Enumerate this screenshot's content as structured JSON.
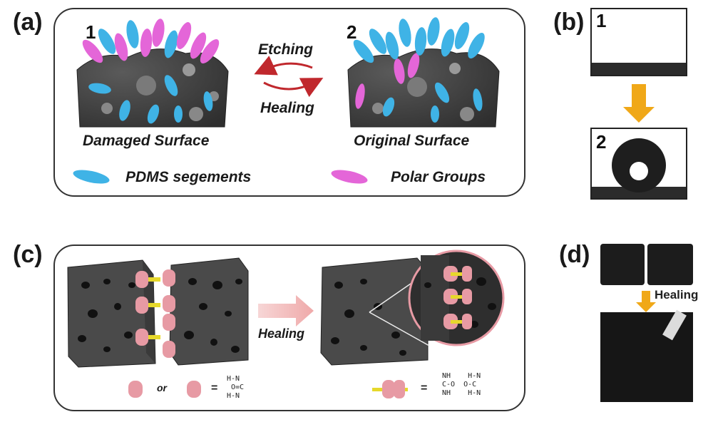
{
  "panels": {
    "a": {
      "label": "(a)",
      "left_num": "1",
      "right_num": "2",
      "arrow_top": "Etching",
      "arrow_bottom": "Healing",
      "left_caption": "Damaged Surface",
      "right_caption": "Original Surface",
      "legend_1": "PDMS segements",
      "legend_2": "Polar Groups"
    },
    "b": {
      "label": "(b)",
      "top_num": "1",
      "bottom_num": "2"
    },
    "c": {
      "label": "(c)",
      "arrow_text": "Healing",
      "or_text": "or",
      "equals_1": "=",
      "equals_2": "=",
      "urea_left": "H-N\n O=C\nH-N",
      "urea_pair": " NH    H-N\n C-O  O-C\n NH    H-N"
    },
    "d": {
      "label": "(d)",
      "arrow_text": "Healing"
    }
  },
  "colors": {
    "pdms": "#3fb3e6",
    "polar": "#e466d8",
    "arrow_red": "#c0282d",
    "arrow_orange": "#f0a818",
    "cylinder": "#e79aa4",
    "rod": "#e6d82b",
    "block": "#4a4a4a"
  }
}
